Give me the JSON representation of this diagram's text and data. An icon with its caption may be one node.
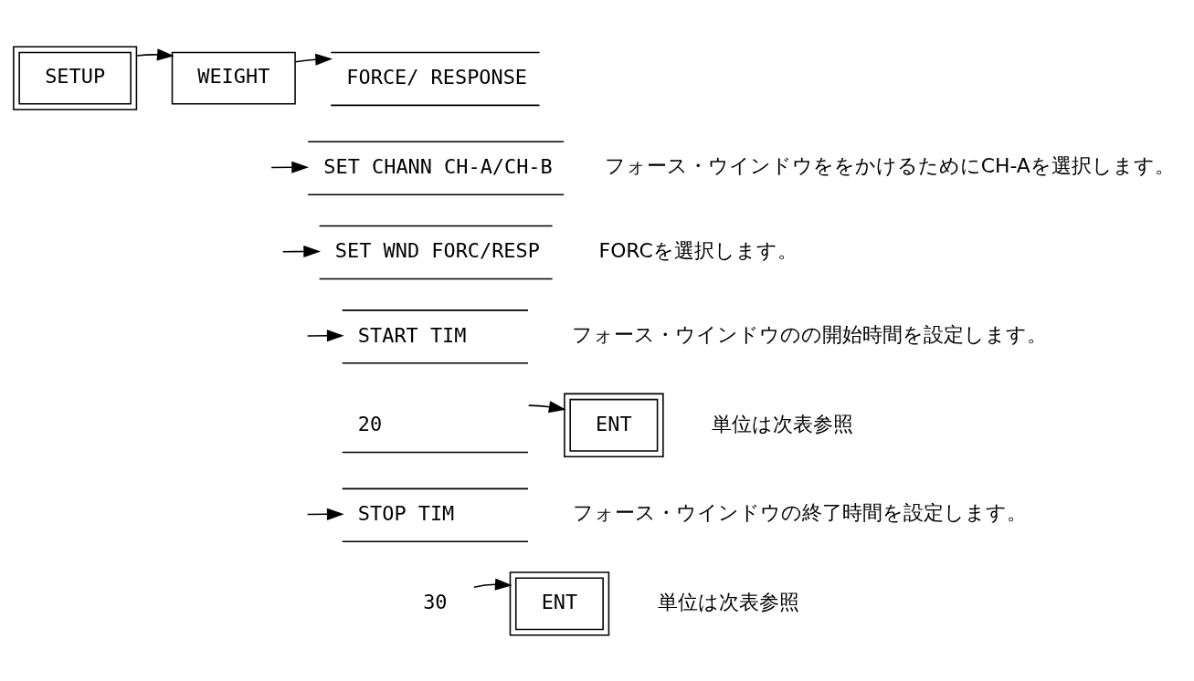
{
  "diagram": {
    "nodes": [
      {
        "text": [
          "SETUP"
        ]
      },
      {
        "text": [
          "WEIGHT"
        ]
      },
      {
        "text": [
          "FORCE/ RESPONSE"
        ]
      },
      {
        "text": [
          "SET CHANN CH-A/CH-B"
        ],
        "beside": [
          "フォース・ウインドウををかけるためにCH-Aを選択します。"
        ]
      },
      {
        "text": [
          "SET WND FORC/RESP"
        ],
        "beside": [
          "FORCを選択します。"
        ]
      },
      {
        "text": [
          "START TIM"
        ],
        "beside": [
          "フォース・ウインドウのの開始時間を設定します。"
        ]
      },
      {
        "text": [
          "20"
        ]
      },
      {
        "text": [
          "ENT"
        ],
        "beside": [
          "単位は次表参照"
        ]
      },
      {
        "text": [
          "STOP TIM"
        ],
        "beside": [
          "フォース・ウインドウの終了時間を設定します。"
        ]
      },
      {
        "text": [
          "30"
        ]
      },
      {
        "text": [
          "ENT"
        ],
        "beside": [
          "単位は次表参照"
        ]
      }
    ],
    "edges": [
      {
        "from": 0,
        "to": 1,
        "arrow": "to"
      },
      {
        "from": 1,
        "to": 2,
        "arrow": "to"
      },
      {
        "from": null,
        "to": 3,
        "arrow": "to"
      },
      {
        "from": null,
        "to": 4,
        "arrow": "to"
      },
      {
        "from": null,
        "to": 5,
        "arrow": "to"
      },
      {
        "from": 6,
        "to": 7,
        "arrow": "to"
      },
      {
        "from": null,
        "to": 8,
        "arrow": "to"
      },
      {
        "from": 9,
        "to": 10,
        "arrow": "to"
      }
    ]
  }
}
